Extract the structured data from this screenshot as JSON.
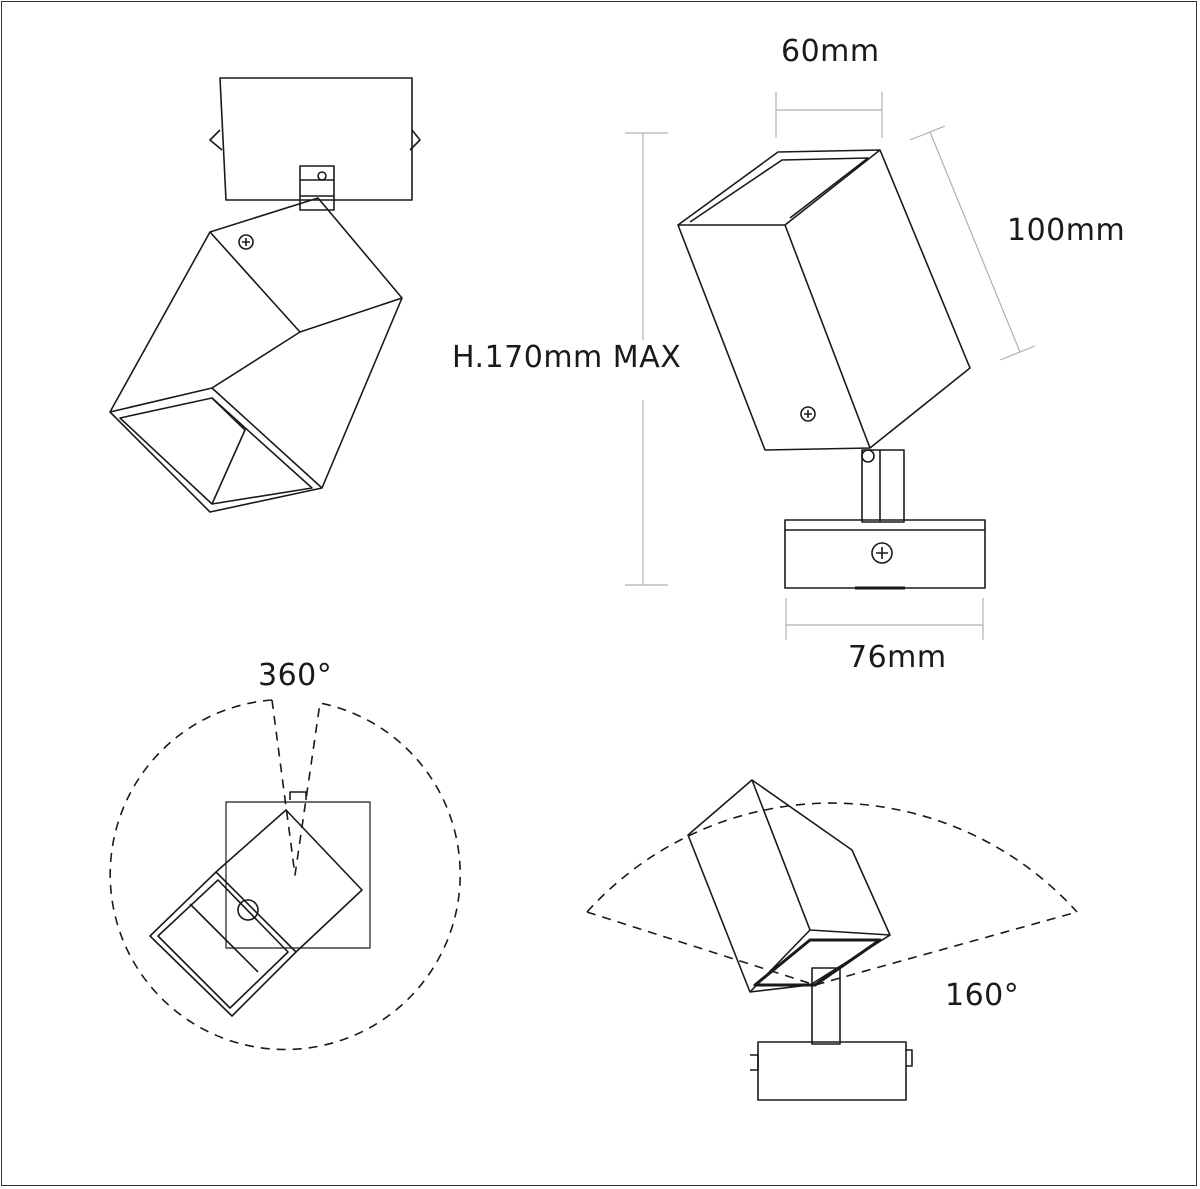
{
  "labels": {
    "width": "60mm",
    "length": "100mm",
    "height": "H.170mm MAX",
    "base_width": "76mm",
    "rotation": "360°",
    "tilt": "160°"
  },
  "colors": {
    "line": "#1a1a1a",
    "dimension": "#b0b0b0",
    "frame": "#333333"
  }
}
